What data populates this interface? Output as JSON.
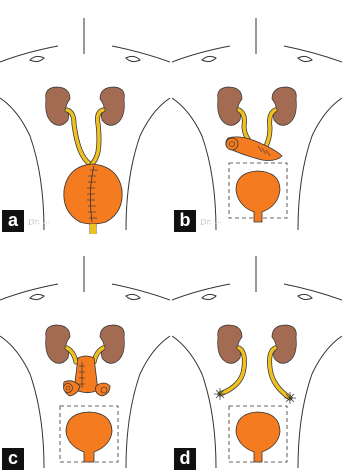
{
  "figure": {
    "colors": {
      "kidney": "#a36b52",
      "ureter": "#f0c020",
      "bladder": "#f47b20",
      "outline": "#333333",
      "label_background": "#111111",
      "label_text": "#ffffff"
    },
    "panels": [
      {
        "label": "a",
        "signature": "Dr. ...",
        "content": "bladder-with-sutures-and-attached-ureters"
      },
      {
        "label": "b",
        "signature": "Dr. ...",
        "content": "bowel-segment-conduit-with-bladder-in-dashed-box"
      },
      {
        "label": "c",
        "signature": "",
        "content": "bowel-pouch-with-bladder-in-dashed-box"
      },
      {
        "label": "d",
        "signature": "",
        "content": "cutaneous-ureterostomy-with-bladder-in-dashed-box"
      }
    ]
  }
}
